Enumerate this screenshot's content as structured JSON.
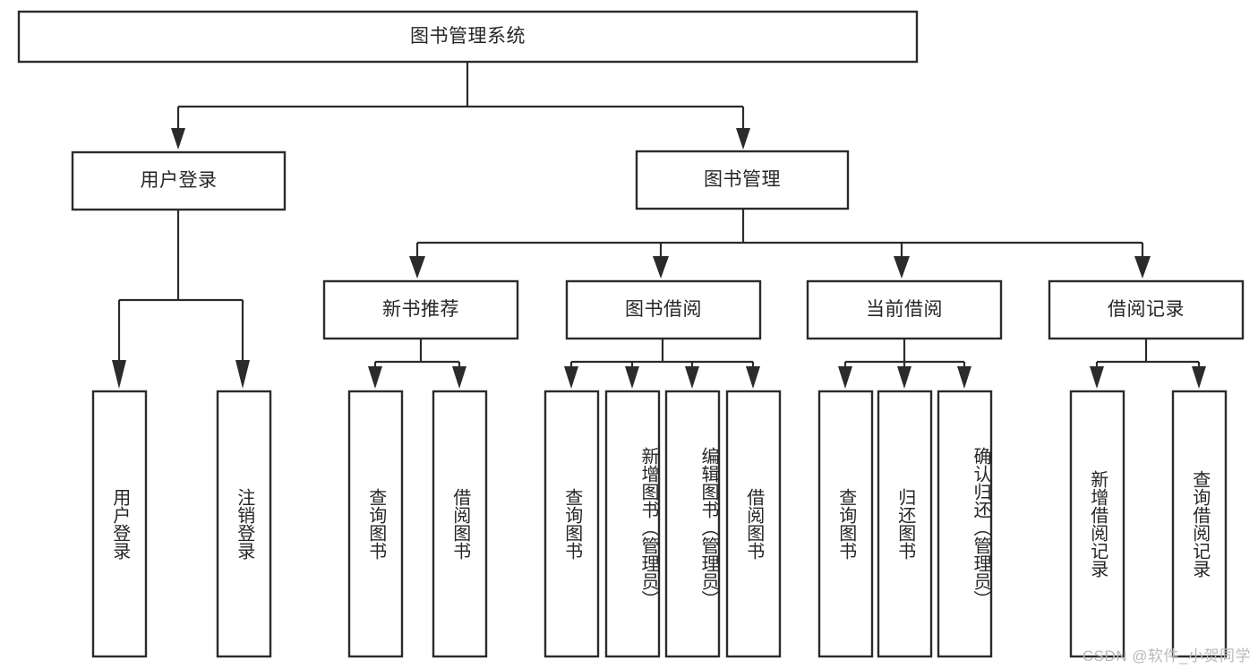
{
  "diagram": {
    "type": "tree-hierarchy-chart",
    "title": "图书管理系统",
    "watermark": "CSDN @软件_小贺同学",
    "colors": {
      "box_stroke": "#2b2b2b",
      "box_fill": "#ffffff",
      "text": "#262626",
      "background": "#ffffff",
      "watermark": "#b9b9b9"
    },
    "levels": {
      "root": "图书管理系统",
      "level2": [
        "用户登录",
        "图书管理"
      ],
      "level3": [
        "新书推荐",
        "图书借阅",
        "当前借阅",
        "借阅记录"
      ]
    },
    "nodes": {
      "root": {
        "label": "图书管理系统"
      },
      "user_login": {
        "label": "用户登录"
      },
      "book_manage": {
        "label": "图书管理"
      },
      "new_book_rec": {
        "label": "新书推荐"
      },
      "book_borrow": {
        "label": "图书借阅"
      },
      "current_borrow": {
        "label": "当前借阅"
      },
      "borrow_record": {
        "label": "借阅记录"
      },
      "leaf_user_login": {
        "label": "用户登录"
      },
      "leaf_logout": {
        "label": "注销登录"
      },
      "leaf_query_book_1": {
        "label": "查询图书"
      },
      "leaf_borrow_book_1": {
        "label": "借阅图书"
      },
      "leaf_query_book_2": {
        "label": "查询图书"
      },
      "leaf_add_book_admin": {
        "label": "新增图书（管理员）"
      },
      "leaf_edit_book_admin": {
        "label": "编辑图书（管理员）"
      },
      "leaf_borrow_book_2": {
        "label": "借阅图书"
      },
      "leaf_query_book_3": {
        "label": "查询图书"
      },
      "leaf_return_book": {
        "label": "归还图书"
      },
      "leaf_confirm_return_admin": {
        "label": "确认归还（管理员）"
      },
      "leaf_add_borrow_record": {
        "label": "新增借阅记录"
      },
      "leaf_query_borrow_record": {
        "label": "查询借阅记录"
      }
    }
  }
}
